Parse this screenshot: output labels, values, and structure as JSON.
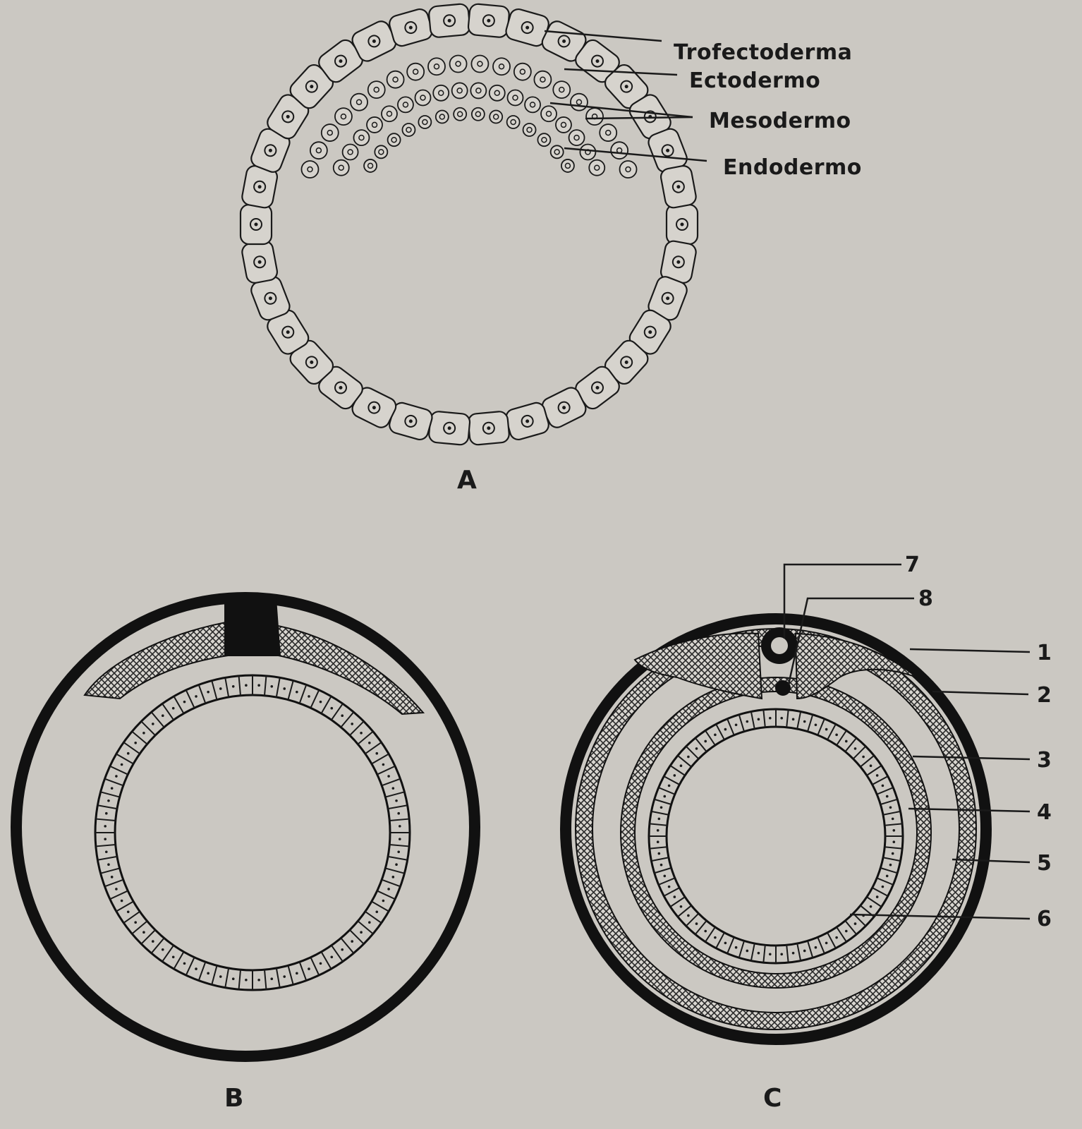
{
  "figure_a": {
    "caption": "A",
    "labels": [
      "Trofectoderma",
      "Ectodermo",
      "Mesodermo",
      "Endodermo"
    ]
  },
  "figure_b": {
    "caption": "B"
  },
  "figure_c": {
    "caption": "C",
    "labels": [
      "1",
      "2",
      "3",
      "4",
      "5",
      "6",
      "7",
      "8"
    ]
  }
}
